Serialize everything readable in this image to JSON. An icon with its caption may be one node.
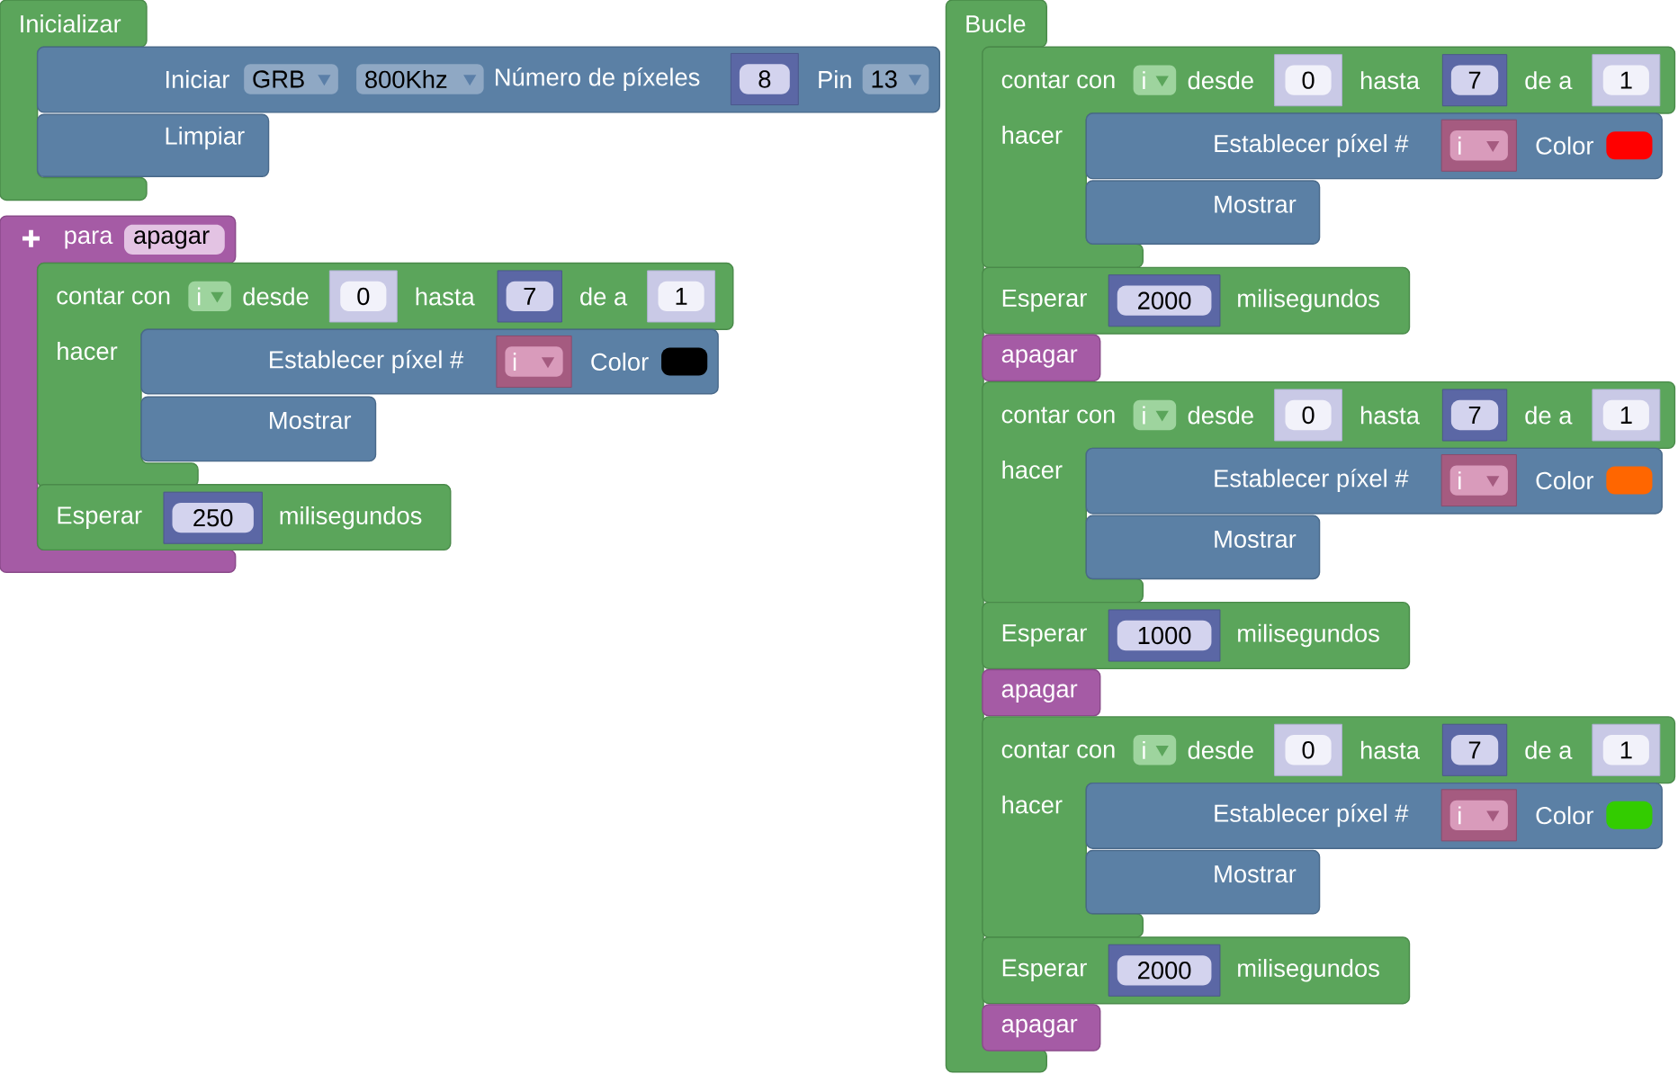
{
  "diagram": {
    "nodes": [
      {
        "text": [
          "Inicializar"
        ]
      },
      {
        "text": [
          "Iniciar",
          "GRB",
          "800Khz",
          "Número de píxeles",
          "8",
          "Pin",
          "13"
        ]
      },
      {
        "text": [
          "Limpiar"
        ]
      },
      {
        "text": [
          "para",
          "apagar"
        ]
      },
      {
        "text": [
          "contar con",
          "i",
          "desde",
          "0",
          "hasta",
          "7",
          "de a",
          "1",
          "hacer"
        ]
      },
      {
        "text": [
          "Establecer píxel #",
          "i",
          "Color"
        ],
        "in": 4
      },
      {
        "text": [
          "Mostrar"
        ],
        "in": 4
      },
      {
        "text": [
          "Esperar",
          "250",
          "milisegundos"
        ]
      },
      {
        "text": [
          "Bucle"
        ]
      },
      {
        "text": [
          "contar con",
          "i",
          "desde",
          "0",
          "hasta",
          "7",
          "de a",
          "1",
          "hacer"
        ]
      },
      {
        "text": [
          "Establecer píxel #",
          "i",
          "Color"
        ],
        "in": 9
      },
      {
        "text": [
          "Mostrar"
        ],
        "in": 9
      },
      {
        "text": [
          "Esperar",
          "2000",
          "milisegundos"
        ]
      },
      {
        "text": [
          "apagar"
        ]
      },
      {
        "text": [
          "contar con",
          "i",
          "desde",
          "0",
          "hasta",
          "7",
          "de a",
          "1",
          "hacer"
        ]
      },
      {
        "text": [
          "Establecer píxel #",
          "i",
          "Color"
        ],
        "in": 14
      },
      {
        "text": [
          "Mostrar"
        ],
        "in": 14
      },
      {
        "text": [
          "Esperar",
          "1000",
          "milisegundos"
        ]
      },
      {
        "text": [
          "apagar"
        ]
      },
      {
        "text": [
          "contar con",
          "i",
          "desde",
          "0",
          "hasta",
          "7",
          "de a",
          "1",
          "hacer"
        ]
      },
      {
        "text": [
          "Establecer píxel #",
          "i",
          "Color"
        ],
        "in": 19
      },
      {
        "text": [
          "Mostrar"
        ],
        "in": 19
      },
      {
        "text": [
          "Esperar",
          "2000",
          "milisegundos"
        ]
      },
      {
        "text": [
          "apagar"
        ]
      }
    ]
  }
}
